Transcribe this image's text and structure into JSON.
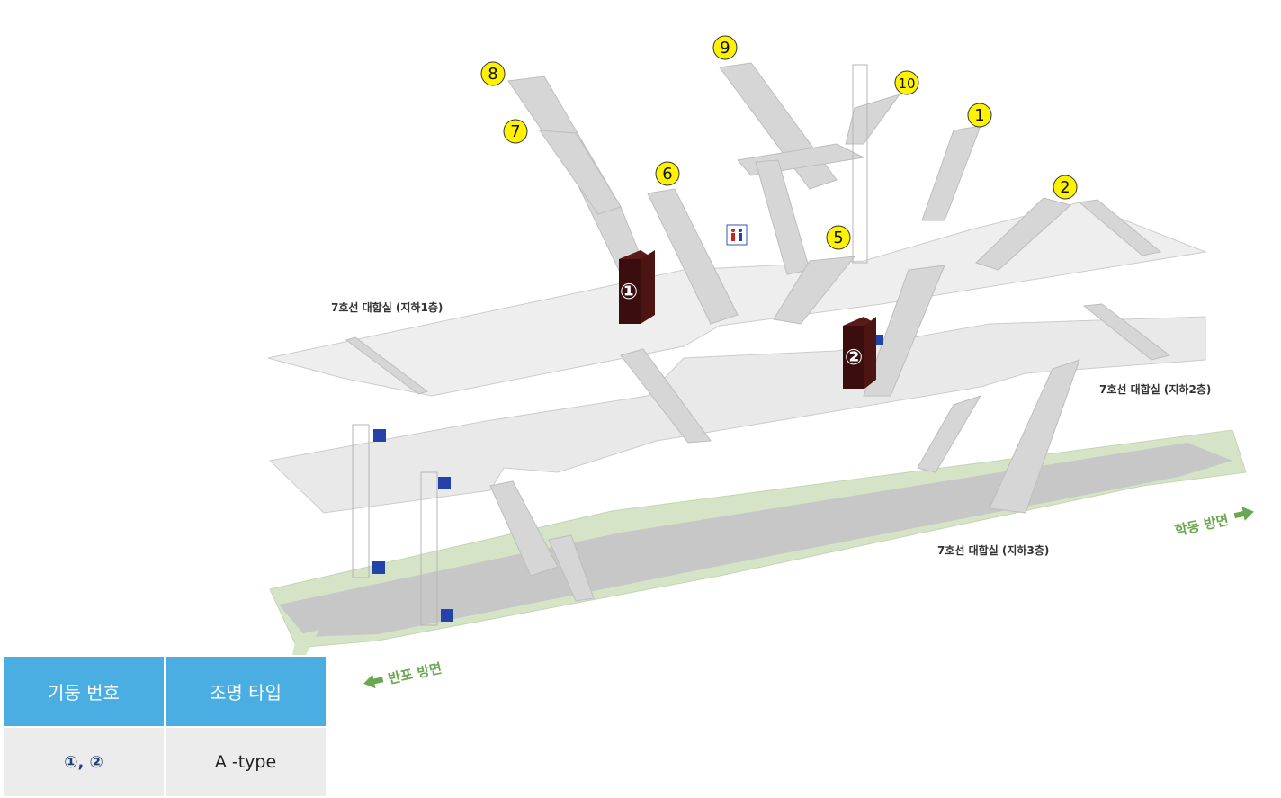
{
  "floors": {
    "b1": "7호선 대합실 (지하1층)",
    "b2": "7호선 대합실 (지하2층)",
    "b3": "7호선 대합실 (지하3층)"
  },
  "directions": {
    "left": "반포 방면",
    "right": "학동 방면"
  },
  "exits": [
    "1",
    "2",
    "5",
    "6",
    "7",
    "8",
    "9",
    "10"
  ],
  "pillars": [
    "①",
    "②"
  ],
  "legend": {
    "headers": [
      "기둥 번호",
      "조명 타입"
    ],
    "row": [
      "①, ②",
      "A -type"
    ]
  },
  "colors": {
    "floor": "#e9e9e9",
    "platform": "#d5e4c6",
    "track": "#c7c7c7",
    "pillar": "#3a0e0e",
    "exit_marker": "#fff200",
    "header": "#4aaee3",
    "direction": "#6aa84f"
  },
  "icons": [
    "restroom-icon",
    "elevator-icon",
    "arrow-left-icon",
    "arrow-right-icon"
  ]
}
